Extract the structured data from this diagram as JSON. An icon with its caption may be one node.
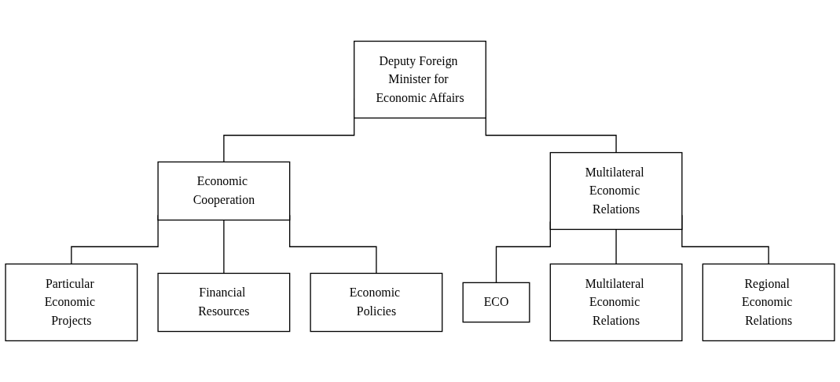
{
  "diagram": {
    "nodes": [
      {
        "text": [
          "Deputy Foreign Minister for Economic Affairs"
        ]
      },
      {
        "text": [
          "Economic Cooperation"
        ]
      },
      {
        "text": [
          "Multilateral Economic Relations"
        ]
      },
      {
        "text": [
          "Particular Economic Projects"
        ]
      },
      {
        "text": [
          "Financial Resources"
        ]
      },
      {
        "text": [
          "Economic Policies"
        ]
      },
      {
        "text": [
          "ECO"
        ]
      },
      {
        "text": [
          "Multilateral Economic Relations"
        ]
      },
      {
        "text": [
          "Regional Economic Relations"
        ]
      }
    ],
    "edges": [
      {
        "from": 0,
        "to": 1,
        "arrow": "none"
      },
      {
        "from": 0,
        "to": 2,
        "arrow": "none"
      },
      {
        "from": 1,
        "to": 3,
        "arrow": "none"
      },
      {
        "from": 1,
        "to": 4,
        "arrow": "none"
      },
      {
        "from": 1,
        "to": 5,
        "arrow": "none"
      },
      {
        "from": 2,
        "to": 6,
        "arrow": "none"
      },
      {
        "from": 2,
        "to": 7,
        "arrow": "none"
      },
      {
        "from": 2,
        "to": 8,
        "arrow": "none"
      }
    ]
  }
}
